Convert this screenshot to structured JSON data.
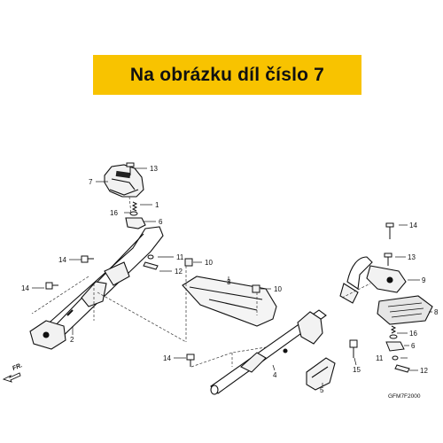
{
  "banner": {
    "text": "Na obrázku díl číslo 7",
    "color": "#f8c300"
  },
  "diagram": {
    "code": "GFM7F2000",
    "direction": "FR.",
    "callouts": [
      "13",
      "7",
      "1",
      "16",
      "6",
      "14",
      "14",
      "10",
      "11",
      "12",
      "3",
      "10",
      "14",
      "13",
      "9",
      "8",
      "16",
      "6",
      "11",
      "12",
      "2",
      "14",
      "4",
      "5",
      "15"
    ]
  }
}
